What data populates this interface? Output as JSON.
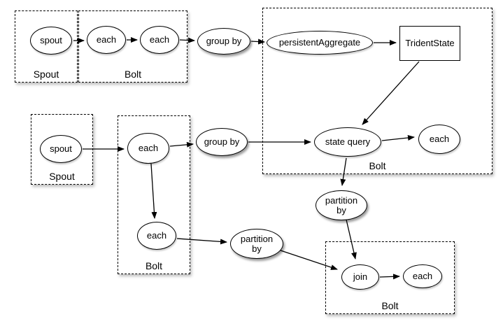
{
  "groups": {
    "spout_top": {
      "label": "Spout"
    },
    "bolt_top": {
      "label": "Bolt"
    },
    "bolt_state": {
      "label": "Bolt"
    },
    "spout_mid": {
      "label": "Spout"
    },
    "bolt_mid": {
      "label": "Bolt"
    },
    "bolt_join": {
      "label": "Bolt"
    }
  },
  "nodes": {
    "spout_top": {
      "label": "spout"
    },
    "each_top_1": {
      "label": "each"
    },
    "each_top_2": {
      "label": "each"
    },
    "group_by_top": {
      "label": "group by"
    },
    "persistent_aggregate": {
      "label": "persistentAggregate"
    },
    "trident_state": {
      "label": "TridentState"
    },
    "state_query": {
      "label": "state query"
    },
    "each_state": {
      "label": "each"
    },
    "spout_mid": {
      "label": "spout"
    },
    "each_mid_1": {
      "label": "each"
    },
    "group_by_mid": {
      "label": "group by"
    },
    "each_mid_2": {
      "label": "each"
    },
    "partition_by_left": {
      "label": "partition by"
    },
    "partition_by_right": {
      "label": "partition by"
    },
    "join": {
      "label": "join"
    },
    "each_join": {
      "label": "each"
    }
  },
  "edges": [
    {
      "from": "spout_top",
      "to": "each_top_1"
    },
    {
      "from": "each_top_1",
      "to": "each_top_2"
    },
    {
      "from": "each_top_2",
      "to": "group_by_top"
    },
    {
      "from": "group_by_top",
      "to": "persistent_aggregate"
    },
    {
      "from": "persistent_aggregate",
      "to": "trident_state"
    },
    {
      "from": "trident_state",
      "to": "state_query"
    },
    {
      "from": "state_query",
      "to": "each_state"
    },
    {
      "from": "group_by_mid",
      "to": "state_query"
    },
    {
      "from": "spout_mid",
      "to": "each_mid_1"
    },
    {
      "from": "each_mid_1",
      "to": "group_by_mid"
    },
    {
      "from": "each_mid_1",
      "to": "each_mid_2"
    },
    {
      "from": "each_mid_2",
      "to": "partition_by_left"
    },
    {
      "from": "partition_by_left",
      "to": "join"
    },
    {
      "from": "state_query",
      "to": "partition_by_right"
    },
    {
      "from": "partition_by_right",
      "to": "join"
    },
    {
      "from": "join",
      "to": "each_join"
    }
  ],
  "colors": {
    "stroke": "#000000",
    "fill": "#ffffff"
  }
}
